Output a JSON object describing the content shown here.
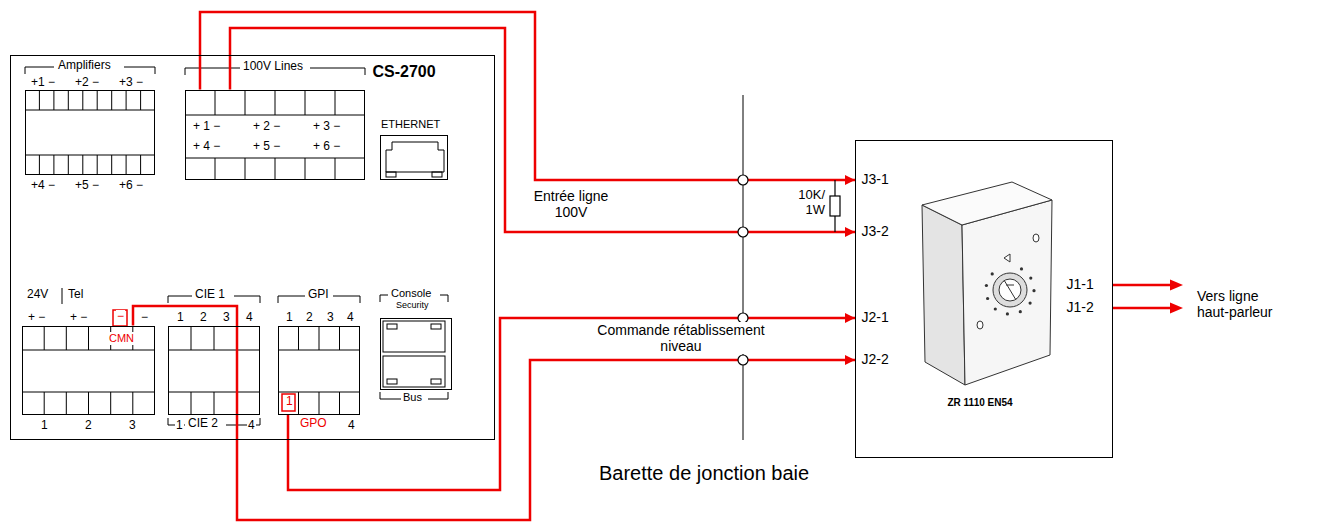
{
  "diagram": {
    "nodes": [
      {
        "text": [
          "CS-2700"
        ]
      },
      {
        "text": [
          "100V Lines"
        ],
        "in": 0
      },
      {
        "text": [
          "ETHERNET"
        ],
        "in": 0
      },
      {
        "text": [
          "Amplifiers"
        ],
        "in": 0
      },
      {
        "text": [
          "24V",
          "Tel"
        ],
        "in": 0
      },
      {
        "text": [
          "CIE 1",
          "CIE 2"
        ],
        "in": 0
      },
      {
        "text": [
          "GPI",
          "GPO"
        ],
        "in": 0
      },
      {
        "text": [
          "Console",
          "Security",
          "Bus"
        ],
        "in": 0
      },
      {
        "text": [
          "ZR 1110 EN54",
          "J3-1",
          "J3-2",
          "J2-1",
          "J2-2",
          "J1-1",
          "J1-2"
        ]
      }
    ],
    "edges": [
      {
        "from": 1,
        "to": 8,
        "arrow": "to",
        "label": "Entrée ligne 100V"
      },
      {
        "from": 1,
        "to": 8,
        "arrow": "to"
      },
      {
        "from": 6,
        "to": 8,
        "arrow": "to",
        "label": "Commande rétablissement niveau"
      },
      {
        "from": 4,
        "to": 8,
        "arrow": "to"
      }
    ],
    "labels": [
      "+1 −",
      "+2 −",
      "+3 −",
      "+4 −",
      "+5 −",
      "+6 −",
      "+ 1 −",
      "+ 2 −",
      "+ 3 −",
      "+ 4 −",
      "+ 5 −",
      "+ 6 −",
      "+ −",
      "+ −",
      "−",
      "−",
      "CMN",
      "1",
      "2",
      "3",
      "1",
      "2",
      "3",
      "4",
      "1",
      "4",
      "1",
      "2",
      "3",
      "4",
      "1",
      "4",
      "10K/ 1W",
      "Vers ligne haut-parleur",
      "Barette de jonction baie"
    ]
  }
}
